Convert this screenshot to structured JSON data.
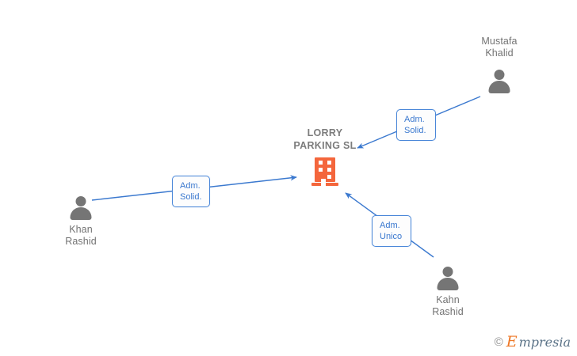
{
  "diagram": {
    "background_color": "#ffffff",
    "edge_color": "#3b79cf",
    "company_color": "#f4663c",
    "person_color": "#757575"
  },
  "company": {
    "name": "LORRY\nPARKING  SL",
    "icon": "building-icon"
  },
  "people": [
    {
      "id": "mustafa-khalid",
      "name": "Mustafa\nKhalid",
      "icon": "person-icon",
      "label_position": "above"
    },
    {
      "id": "khan-rashid",
      "name": "Khan\nRashid",
      "icon": "person-icon",
      "label_position": "below"
    },
    {
      "id": "kahn-rashid",
      "name": "Kahn\nRashid",
      "icon": "person-icon",
      "label_position": "below"
    }
  ],
  "relations": [
    {
      "id": "rel-mustafa",
      "from": "mustafa-khalid",
      "to": "company",
      "label": "Adm.\nSolid."
    },
    {
      "id": "rel-khan",
      "from": "khan-rashid",
      "to": "company",
      "label": "Adm.\nSolid."
    },
    {
      "id": "rel-kahn",
      "from": "kahn-rashid",
      "to": "company",
      "label": "Adm.\nUnico"
    }
  ],
  "watermark": {
    "copyright": "©",
    "brand_initial": "E",
    "brand_rest": "mpresia"
  }
}
